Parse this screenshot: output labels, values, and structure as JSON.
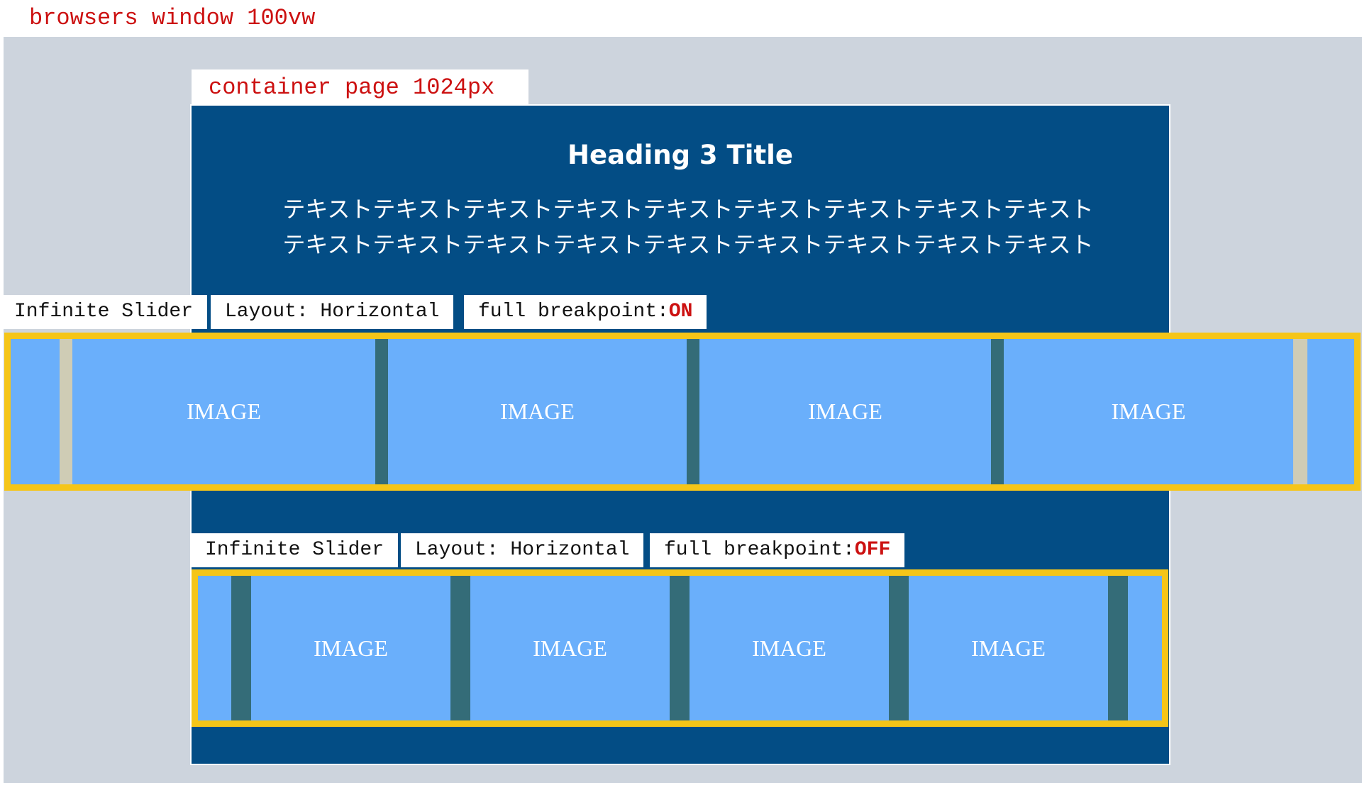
{
  "labels": {
    "window": "browsers window 100vw",
    "container": "container page 1024px"
  },
  "content": {
    "heading": "Heading 3 Title",
    "text_line_1": "テキストテキストテキストテキストテキストテキストテキストテキストテキスト",
    "text_line_2": "テキストテキストテキストテキストテキストテキストテキストテキストテキスト"
  },
  "slider_full": {
    "name": "Infinite Slider",
    "layout": "Layout: Horizontal",
    "breakpoint_label": "full breakpoint:",
    "breakpoint_state": "ON",
    "images": [
      "IMAGE",
      "IMAGE",
      "IMAGE",
      "IMAGE"
    ]
  },
  "slider_contained": {
    "name": "Infinite Slider",
    "layout": "Layout: Horizontal",
    "breakpoint_label": "full breakpoint:",
    "breakpoint_state": "OFF",
    "images": [
      "IMAGE",
      "IMAGE",
      "IMAGE",
      "IMAGE"
    ]
  },
  "colors": {
    "viewport": "#cdd4dd",
    "container": "#034d85",
    "slider_outline": "#f5c518",
    "image": "#6aaffb",
    "gap": "#346c78",
    "edge_gap": "#cfccb5",
    "label_red": "#cc1111"
  }
}
